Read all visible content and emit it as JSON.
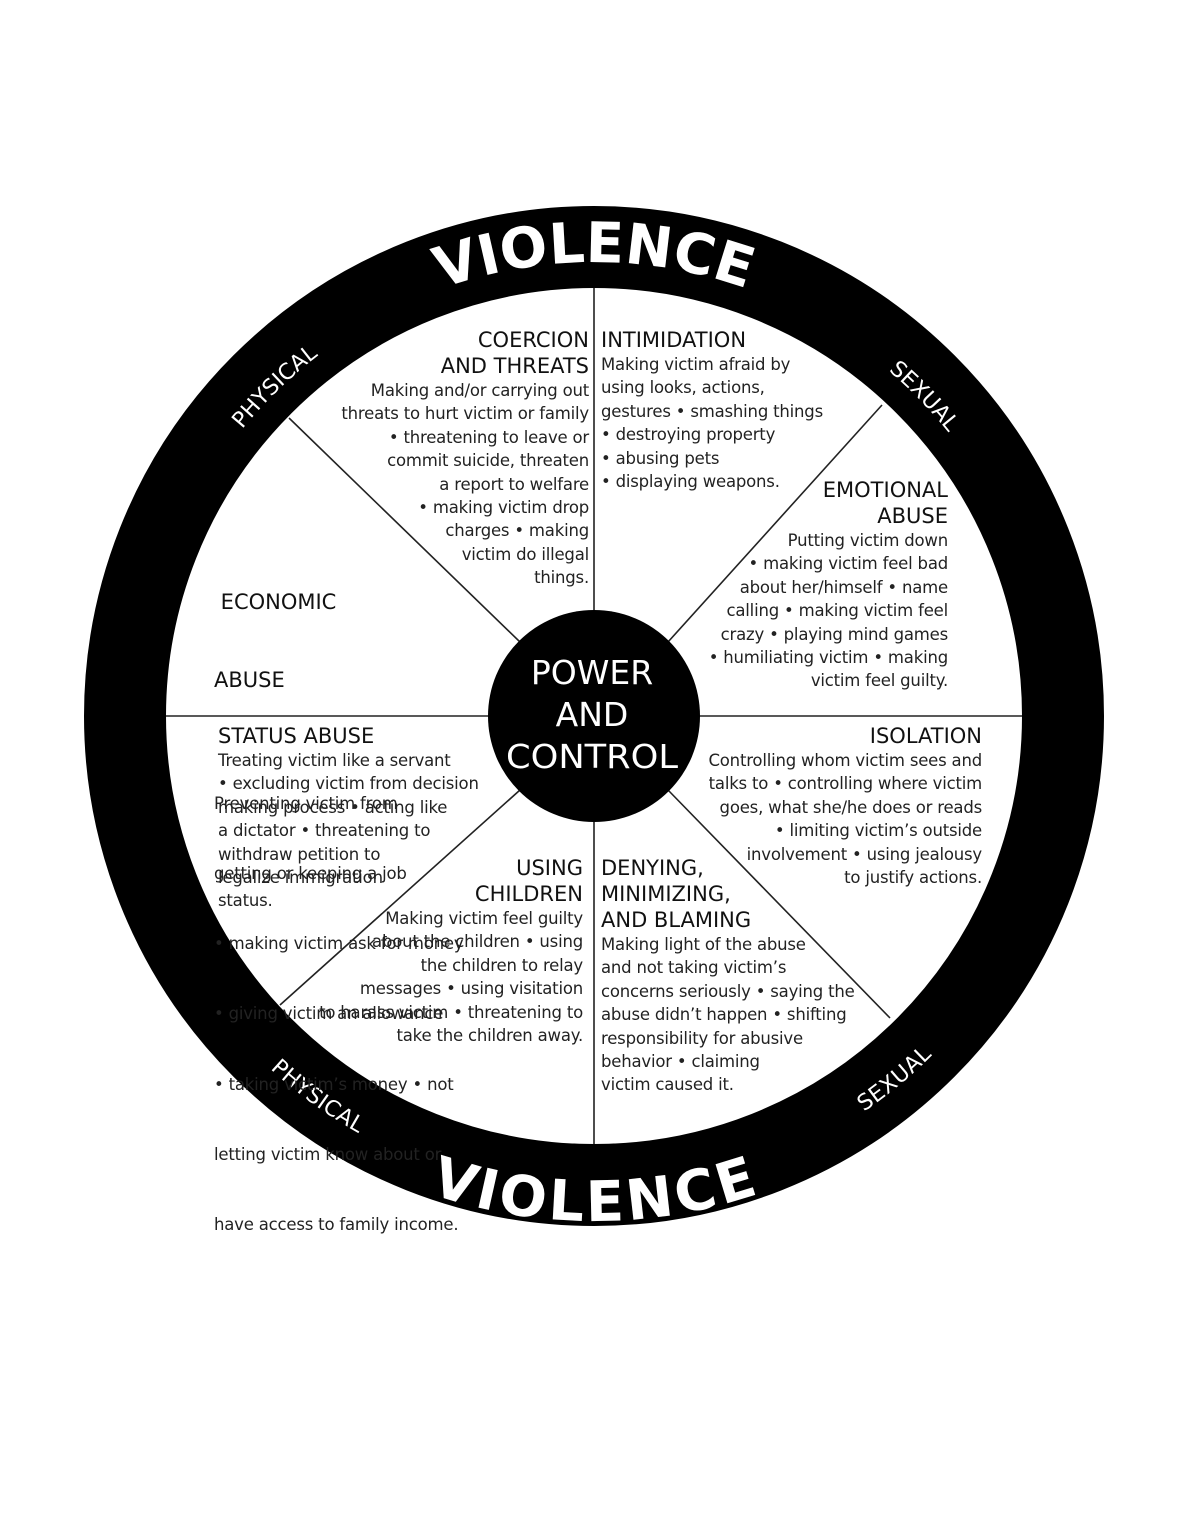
{
  "wheel": {
    "center": {
      "lines": [
        "POWER",
        "AND",
        "CONTROL"
      ]
    },
    "ring": {
      "top_word": "VIOLENCE",
      "bottom_word": "VIOLENCE",
      "top_left": "PHYSICAL",
      "top_right": "SEXUAL",
      "bottom_left": "PHYSICAL",
      "bottom_right": "SEXUAL"
    },
    "colors": {
      "ring": "#000000",
      "background": "#ffffff",
      "center": "#000000",
      "spoke": "#222222"
    },
    "segments": {
      "coercion": {
        "title": [
          "COERCION",
          "AND THREATS"
        ],
        "lines": [
          "Making and/or carrying out",
          "threats to hurt victim  or family",
          "• threatening to leave or",
          "commit suicide, threaten",
          "a report to welfare",
          "• making victim drop",
          "charges • making",
          "victim do illegal",
          "things."
        ]
      },
      "intimidation": {
        "title": [
          "INTIMIDATION"
        ],
        "lines": [
          "Making victim afraid by",
          "using looks, actions,",
          "gestures • smashing things",
          "• destroying property",
          "• abusing pets",
          "• displaying weapons."
        ]
      },
      "emotional": {
        "title": [
          "EMOTIONAL",
          "ABUSE"
        ],
        "lines": [
          "Putting victim down",
          "• making victim feel bad",
          "about her/himself • name",
          "calling   • making victim feel",
          "crazy • playing mind games",
          "• humiliating victim • making",
          "victim feel guilty."
        ]
      },
      "isolation": {
        "title": [
          "ISOLATION"
        ],
        "lines": [
          "Controlling whom victim sees and",
          "talks to • controlling where victim",
          "goes, what she/he does or reads",
          "• limiting victim’s outside",
          "involvement • using jealousy",
          "to justify actions."
        ]
      },
      "denying": {
        "title": [
          "DENYING,",
          "MINIMIZING,",
          "AND BLAMING"
        ],
        "lines": [
          "Making light of the abuse",
          "and not taking victim’s",
          "concerns seriously • saying the",
          "abuse didn’t happen • shifting",
          "responsibility for abusive",
          "behavior • claiming",
          "victim caused it."
        ]
      },
      "children": {
        "title": [
          "USING",
          "CHILDREN"
        ],
        "lines": [
          "Making victim feel guilty",
          "about the children • using",
          "the children to relay",
          "messages • using visitation",
          "to harass victim • threatening to",
          "take the children away."
        ]
      },
      "status": {
        "title": [
          "STATUS ABUSE"
        ],
        "lines": [
          "Treating victim like a servant",
          "• excluding victim from decision",
          "making process • acting like",
          "a dictator • threatening to",
          "withdraw petition to",
          "legalize immigration",
          "status."
        ]
      },
      "economic": {
        "title": [
          " ECONOMIC",
          "ABUSE"
        ],
        "lines": [
          "Preventing victim from",
          "getting or keeping a job",
          "• making victim ask for money",
          "• giving victim an allowance",
          "• taking victim’s money • not",
          "letting victim know about or",
          "have access to family income."
        ]
      }
    }
  }
}
